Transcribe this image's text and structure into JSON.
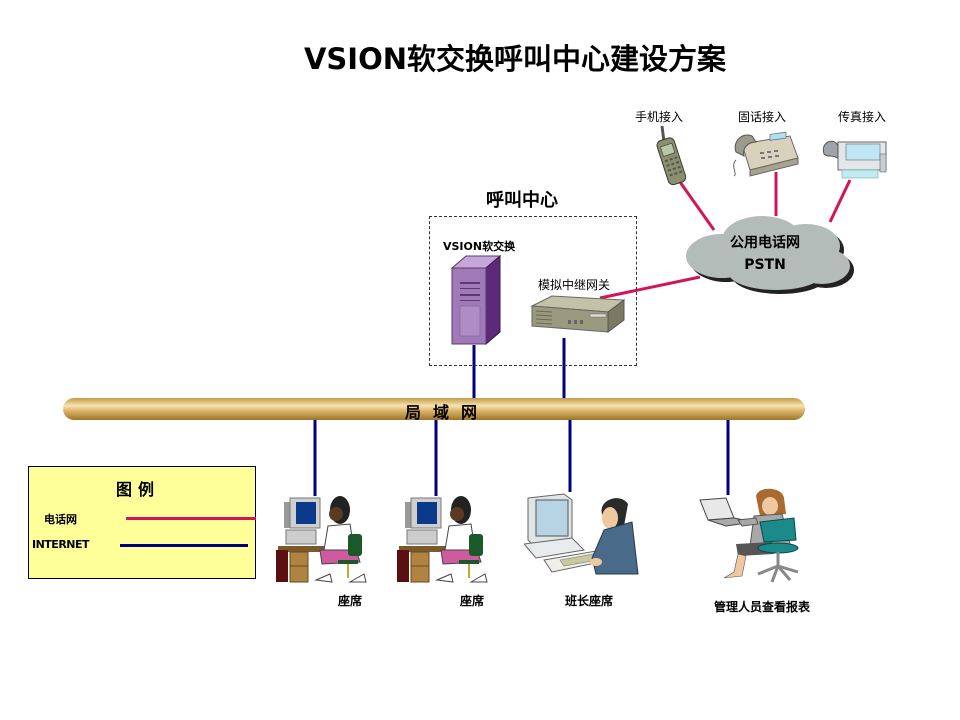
{
  "title": "VSION软交换呼叫中心建设方案",
  "access": {
    "mobile": "手机接入",
    "landline": "固话接入",
    "fax": "传真接入"
  },
  "call_center": {
    "title": "呼叫中心",
    "softswitch": "VSION软交换",
    "gateway": "模拟中继网关"
  },
  "pstn": {
    "line1": "公用电话网",
    "line2": "PSTN"
  },
  "lan": {
    "label": "局域网"
  },
  "legend": {
    "title": "图例",
    "items": [
      {
        "label": "电话网",
        "color": "#d4145a"
      },
      {
        "label": "INTERNET",
        "color": "#000080"
      }
    ]
  },
  "stations": [
    {
      "label": "座席"
    },
    {
      "label": "座席"
    },
    {
      "label": "班长座席"
    },
    {
      "label": "管理人员查看报表"
    }
  ],
  "colors": {
    "phone_line": "#d4145a",
    "internet_line": "#000080",
    "cloud": "#b3bcb8",
    "legend_bg": "#ffff99",
    "server": "#a07ab8"
  }
}
